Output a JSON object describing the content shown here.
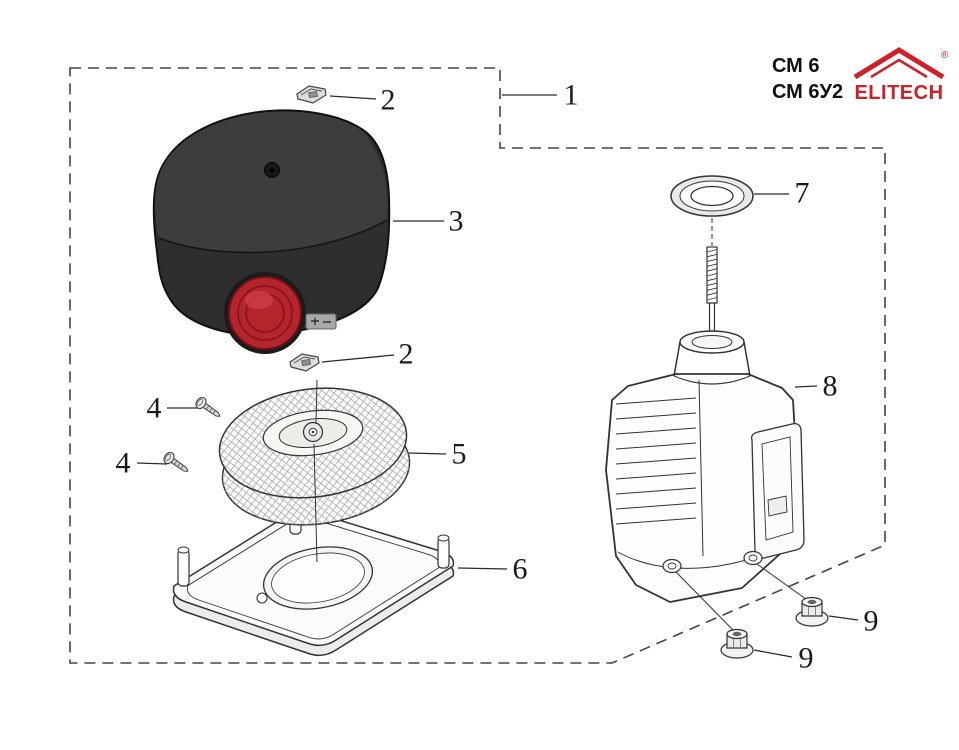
{
  "header": {
    "models": [
      "СМ 6",
      "СМ 6У2"
    ],
    "brand": "ELITECH",
    "registered": "®"
  },
  "callouts": {
    "assembly": "1",
    "clip_top": "2",
    "cover": "3",
    "clip_bottom": "2",
    "screw_upper": "4",
    "screw_lower": "4",
    "filter_element": "5",
    "filter_base": "6",
    "washer": "7",
    "intake_body": "8",
    "nut_upper": "9",
    "nut_lower": "9"
  },
  "colors": {
    "brand_red": "#d01f26",
    "primer_bulb_red": "#b4252c",
    "cover_black": "#2e2e2e",
    "leader_line": "#2a2a2a"
  }
}
